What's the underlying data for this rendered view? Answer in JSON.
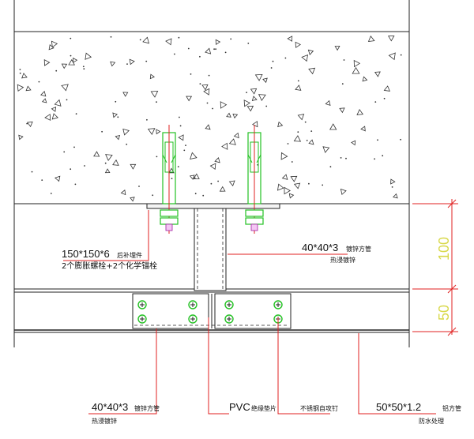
{
  "labels": {
    "embed_plate_size": "150*150*6",
    "embed_plate_name": "后补埋件",
    "bolt_spec": "2个膨胀螺栓+2个化学锚栓",
    "upper_tube_size": "40*40*3",
    "upper_tube_name": "镀锌方管",
    "upper_tube_note": "热浸镀锌",
    "lower_tube_size": "40*40*3",
    "lower_tube_name": "镀锌方管",
    "lower_tube_note": "热浸镀锌",
    "pvc_pad": "PVC",
    "pvc_pad_name": "绝缘垫片",
    "stainless_bolt": "不锈钢自攻钉",
    "bottom_tube_size": "50*50*1.2",
    "bottom_tube_name": "铝方管",
    "bottom_tube_note": "防水处理"
  },
  "dimensions": {
    "upper": "100",
    "lower": "50"
  },
  "colors": {
    "outline": "#222222",
    "leader": "#e02020",
    "anchor": "#22c022",
    "dimension": "#e02020",
    "dimension_text": "#d8d84a",
    "hatch": "#333333"
  }
}
